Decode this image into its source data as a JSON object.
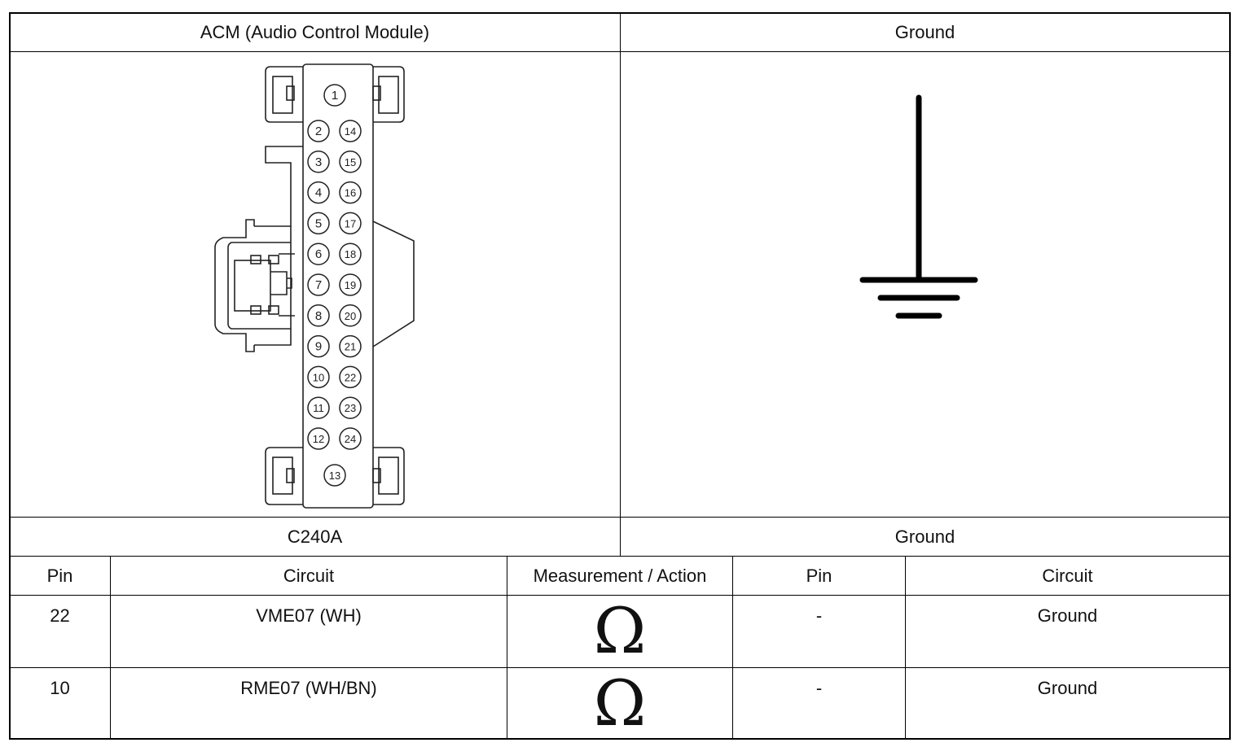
{
  "header": {
    "left_title": "ACM (Audio Control Module)",
    "right_title": "Ground"
  },
  "connector": {
    "label": "C240A",
    "pins_top": "1",
    "pins_left": [
      "2",
      "3",
      "4",
      "5",
      "6",
      "7",
      "8",
      "9",
      "10",
      "11",
      "12"
    ],
    "pins_right": [
      "14",
      "15",
      "16",
      "17",
      "18",
      "19",
      "20",
      "21",
      "22",
      "23",
      "24"
    ],
    "pins_bottom": "13"
  },
  "ground": {
    "label": "Ground"
  },
  "table": {
    "headers": [
      "Pin",
      "Circuit",
      "Measurement / Action",
      "Pin",
      "Circuit"
    ],
    "rows": [
      {
        "pin": "22",
        "circuit": "VME07 (WH)",
        "measurement": "Ω",
        "pin2": "-",
        "circuit2": "Ground"
      },
      {
        "pin": "10",
        "circuit": "RME07 (WH/BN)",
        "measurement": "Ω",
        "pin2": "-",
        "circuit2": "Ground"
      }
    ]
  }
}
